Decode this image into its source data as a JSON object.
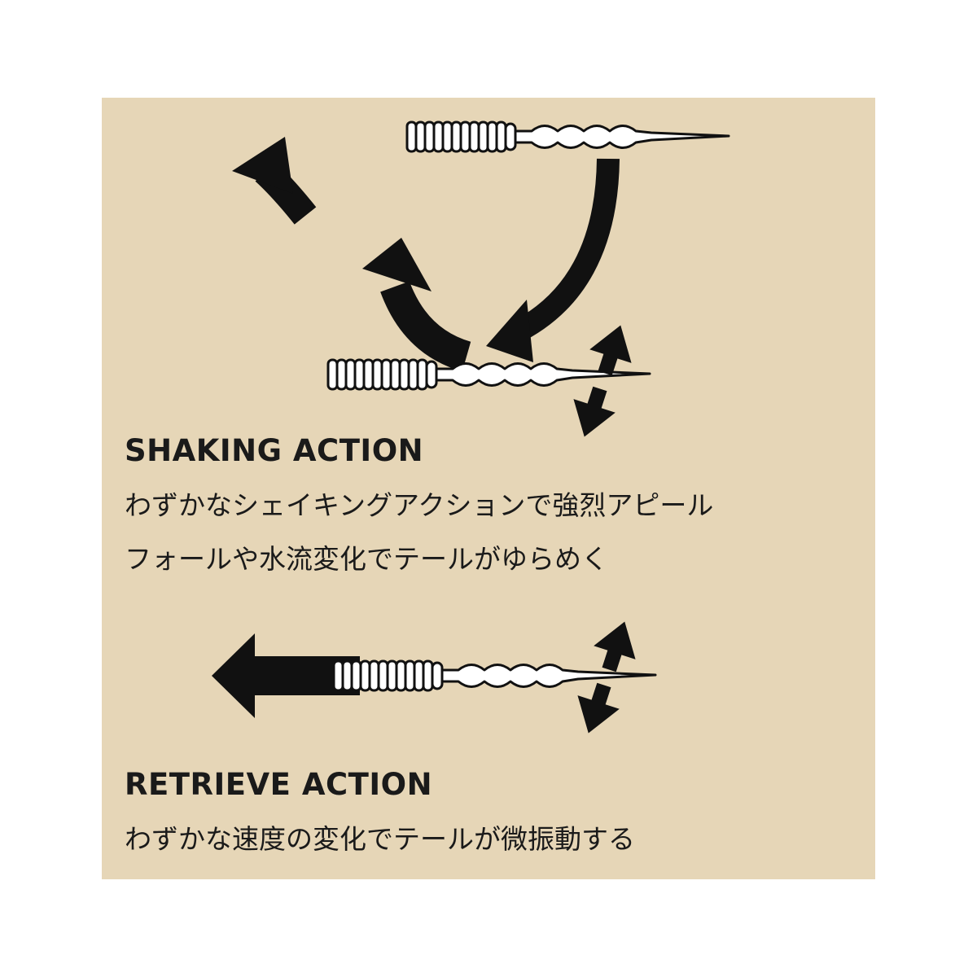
{
  "shaking": {
    "heading": "SHAKING ACTION",
    "lines": [
      "わずかなシェイキングアクションで強烈アピール",
      "フォールや水流変化でテールがゆらめく"
    ]
  },
  "retrieve": {
    "heading": "RETRIEVE ACTION",
    "lines": [
      "わずかな速度の変化でテールが微振動する"
    ]
  },
  "colors": {
    "panel_background": "#e6d6b7",
    "ink": "#111111",
    "lure_fill": "#ffffff"
  }
}
